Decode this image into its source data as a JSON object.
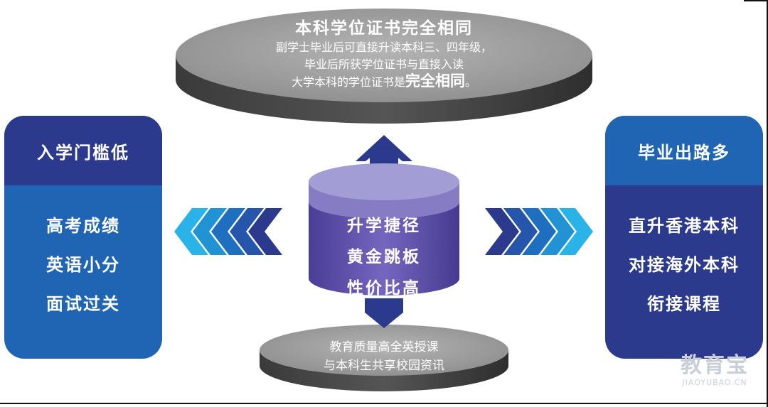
{
  "top_disc": {
    "title": "本科学位证书完全相同",
    "line1": "副学士毕业后可直接升读本科三、四年级，",
    "line2": "毕业后所获学位证书与直接入读",
    "line3_prefix": "大学本科的学位证书是",
    "line3_emphasis": "完全相同",
    "line3_suffix": "。"
  },
  "left_panel": {
    "title": "入学门槛低",
    "items": [
      "高考成绩",
      "英语小分",
      "面试过关"
    ]
  },
  "right_panel": {
    "title": "毕业出路多",
    "items": [
      "直升香港本科",
      "对接海外本科",
      "衔接课程"
    ]
  },
  "center_cylinder": {
    "layers": [
      "升学捷径",
      "黄金跳板",
      "性价比高"
    ]
  },
  "bottom_disc": {
    "line1": "教育质量高全英授课",
    "line2": "与本科生共享校园资讯"
  },
  "watermark": {
    "cn": "教育宝",
    "en": "JIAOYUBAO.CN"
  },
  "colors": {
    "navy": "#2b3a8c",
    "blue": "#1f65b3",
    "cyan": "#29b3e8",
    "purple_top": "#9a93cf",
    "purple_layer": "#6d5fb5",
    "disc_gray": "#9c9c9c"
  }
}
